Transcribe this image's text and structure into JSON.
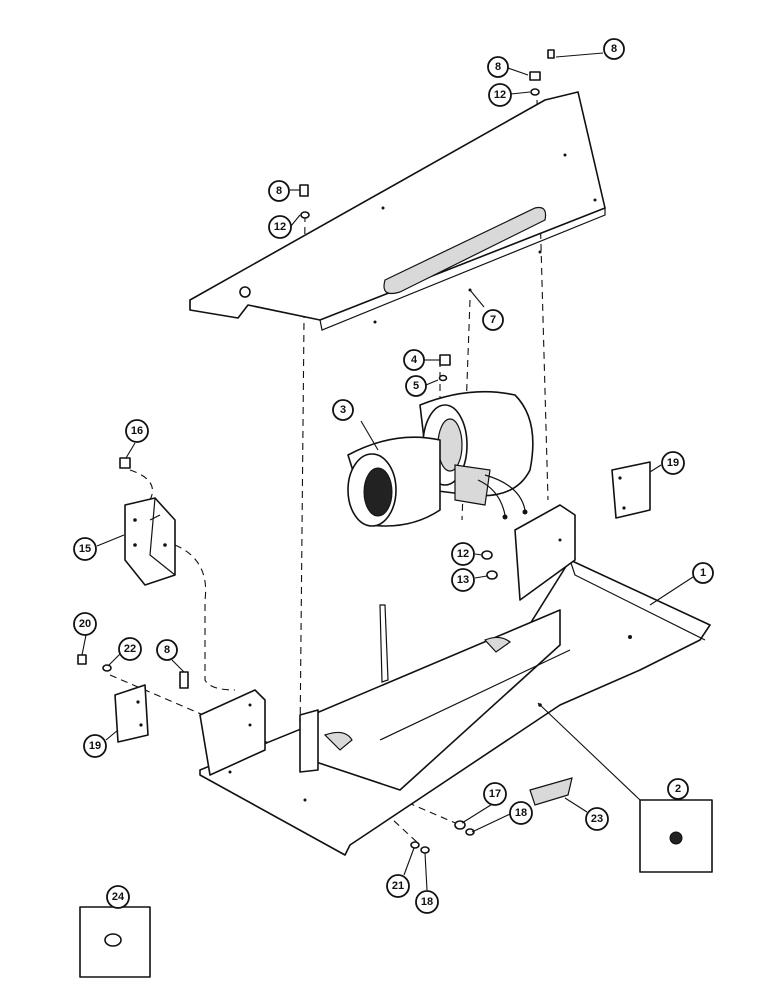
{
  "diagram": {
    "callouts": [
      {
        "id": "c8a",
        "label": "8"
      },
      {
        "id": "c8b",
        "label": "8"
      },
      {
        "id": "c12a",
        "label": "12"
      },
      {
        "id": "c8c",
        "label": "8"
      },
      {
        "id": "c12b",
        "label": "12"
      },
      {
        "id": "c7",
        "label": "7"
      },
      {
        "id": "c4",
        "label": "4"
      },
      {
        "id": "c5",
        "label": "5"
      },
      {
        "id": "c3",
        "label": "3"
      },
      {
        "id": "c16",
        "label": "16"
      },
      {
        "id": "c19a",
        "label": "19"
      },
      {
        "id": "c15",
        "label": "15"
      },
      {
        "id": "c12c",
        "label": "12"
      },
      {
        "id": "c13",
        "label": "13"
      },
      {
        "id": "c1",
        "label": "1"
      },
      {
        "id": "c20",
        "label": "20"
      },
      {
        "id": "c22",
        "label": "22"
      },
      {
        "id": "c8d",
        "label": "8"
      },
      {
        "id": "c19b",
        "label": "19"
      },
      {
        "id": "c2",
        "label": "2"
      },
      {
        "id": "c17",
        "label": "17"
      },
      {
        "id": "c18a",
        "label": "18"
      },
      {
        "id": "c23",
        "label": "23"
      },
      {
        "id": "c21",
        "label": "21"
      },
      {
        "id": "c18b",
        "label": "18"
      },
      {
        "id": "c24",
        "label": "24"
      }
    ]
  }
}
